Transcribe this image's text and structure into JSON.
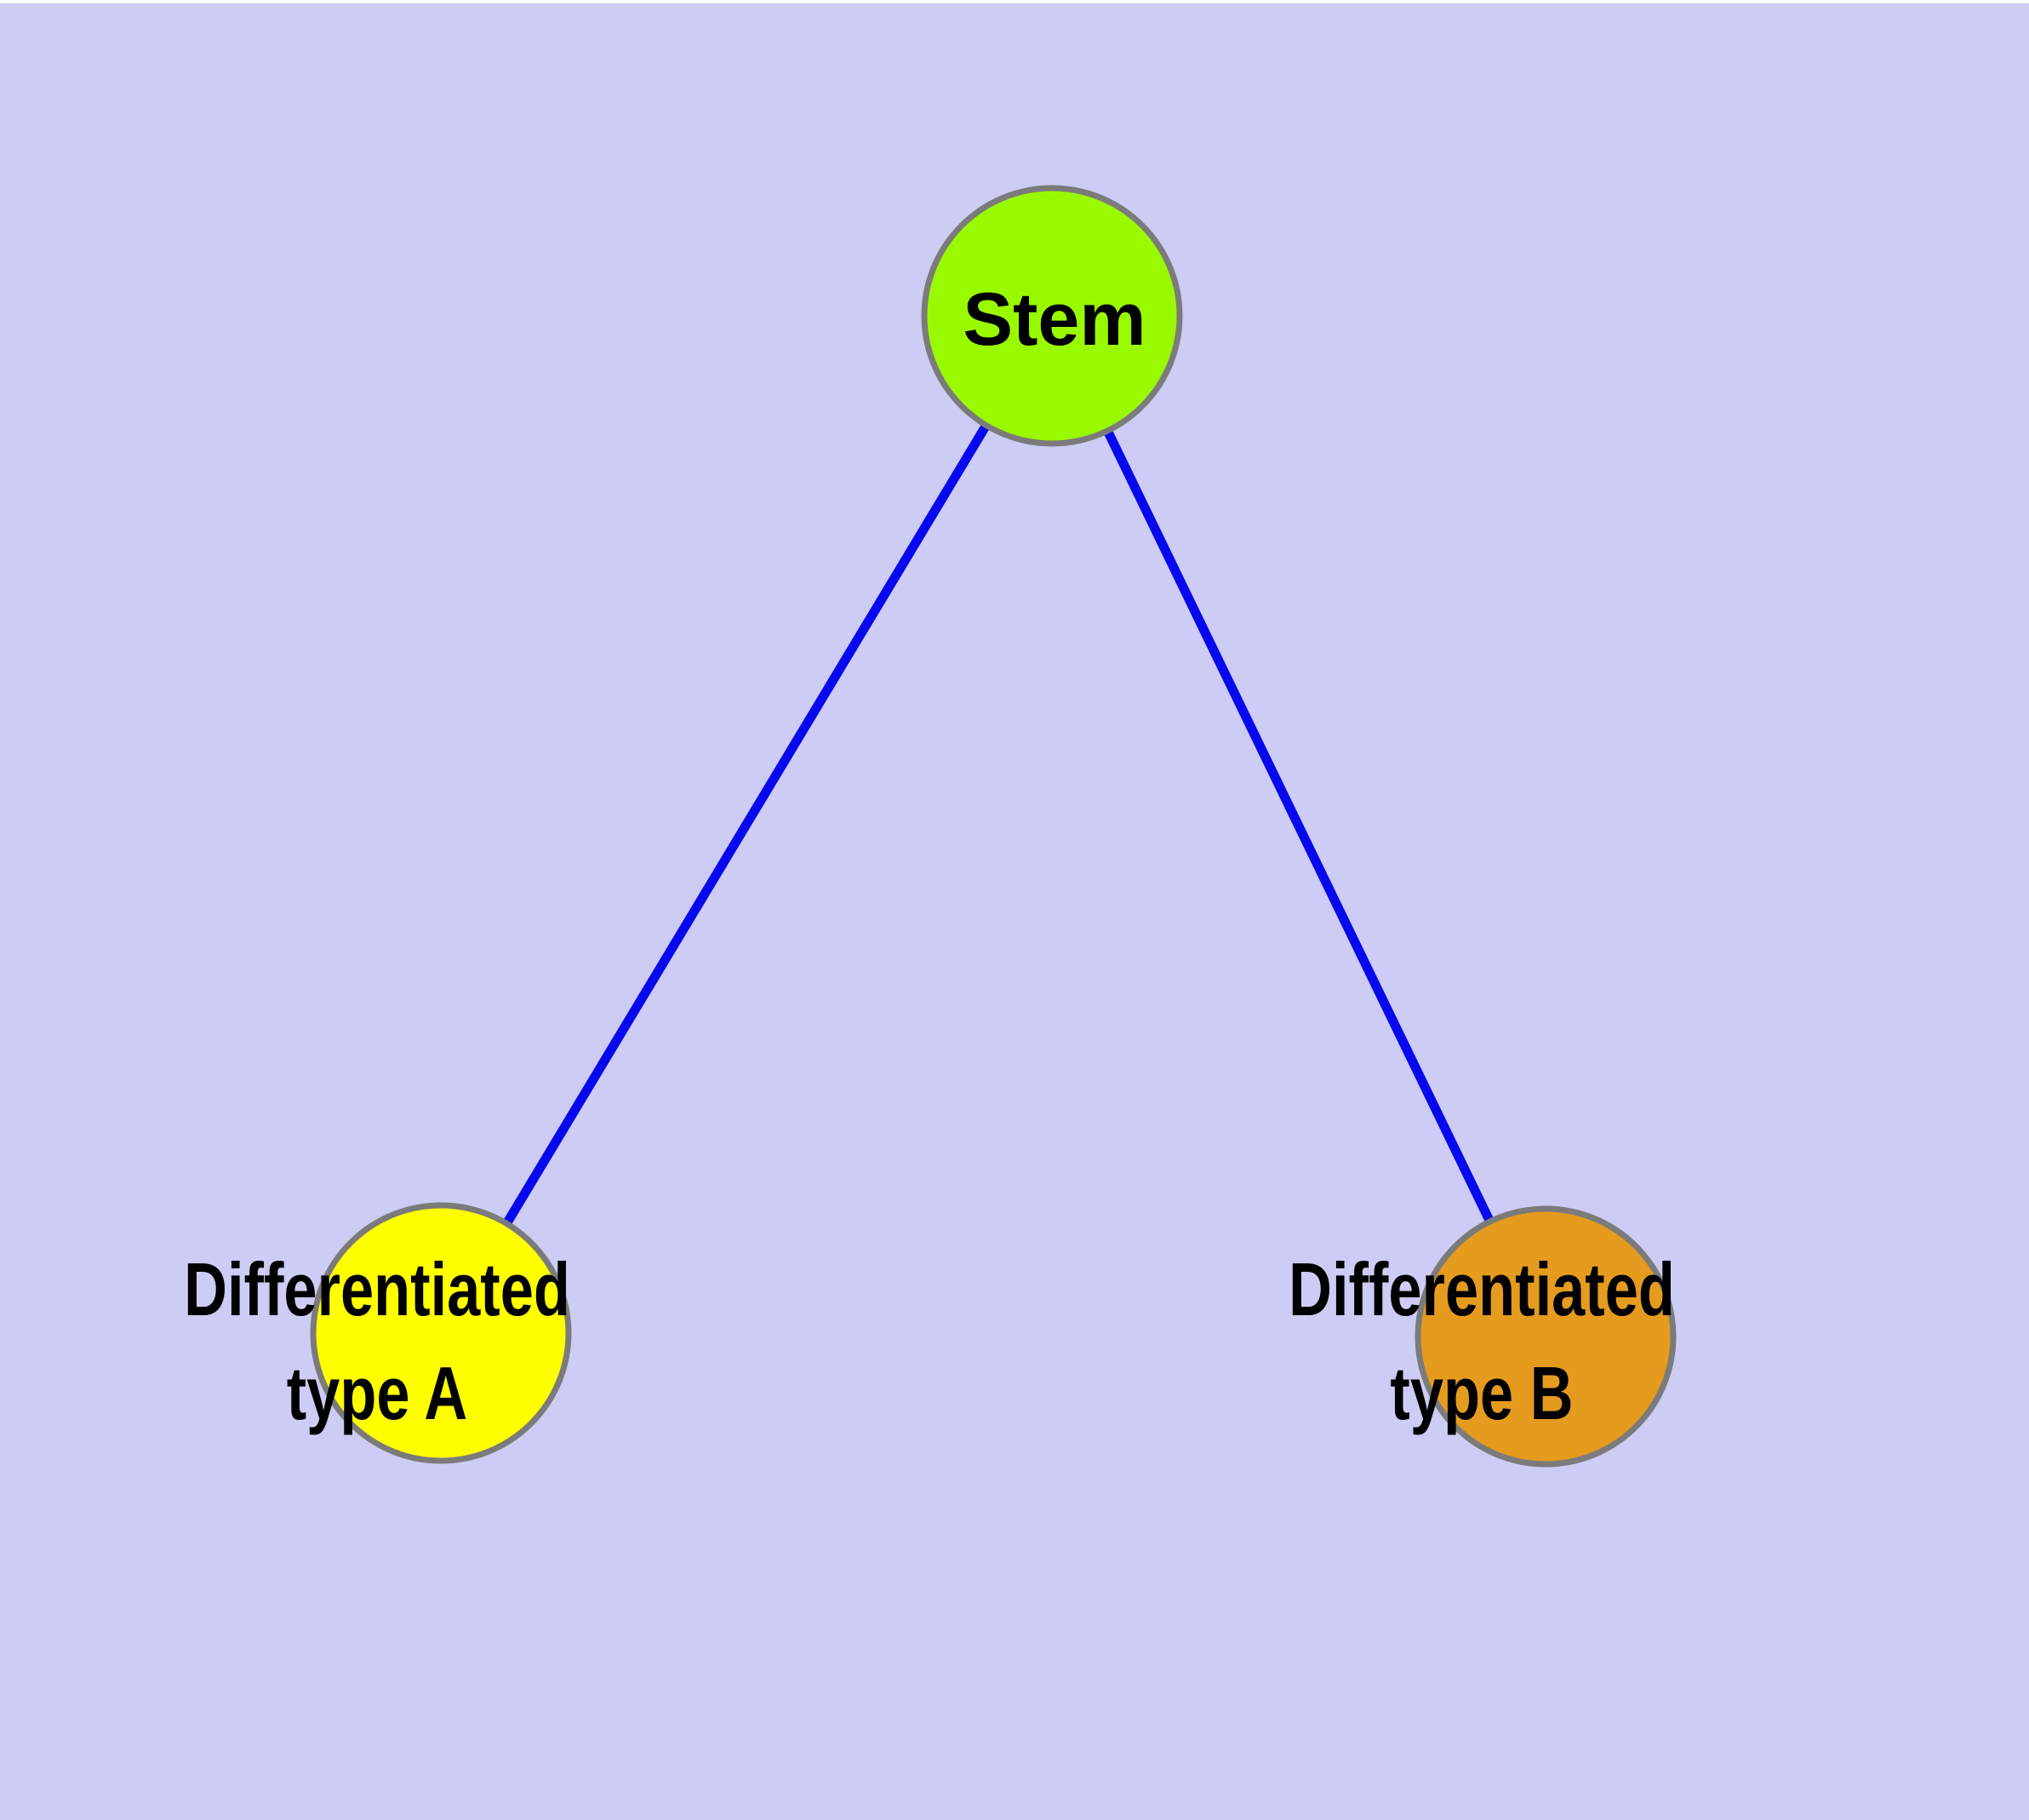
{
  "diagram": {
    "type": "graph",
    "background_color": "#ccccf4",
    "top_strip_color": "#ffffff",
    "node_border_color": "#7b7b7b",
    "edge_color": "#0808ee",
    "label_color": "#000000",
    "nodes": {
      "stem": {
        "label": "Stem",
        "fill": "#99fa00"
      },
      "diff_a": {
        "label_line1": "Differentiated",
        "label_line2": "type A",
        "fill": "#ffff00"
      },
      "diff_b": {
        "label_line1": "Differentiated",
        "label_line2": "type B",
        "fill": "#e59b1e"
      }
    },
    "edges": [
      {
        "from": "Stem",
        "to": "Differentiated type A"
      },
      {
        "from": "Stem",
        "to": "Differentiated type B"
      }
    ]
  }
}
